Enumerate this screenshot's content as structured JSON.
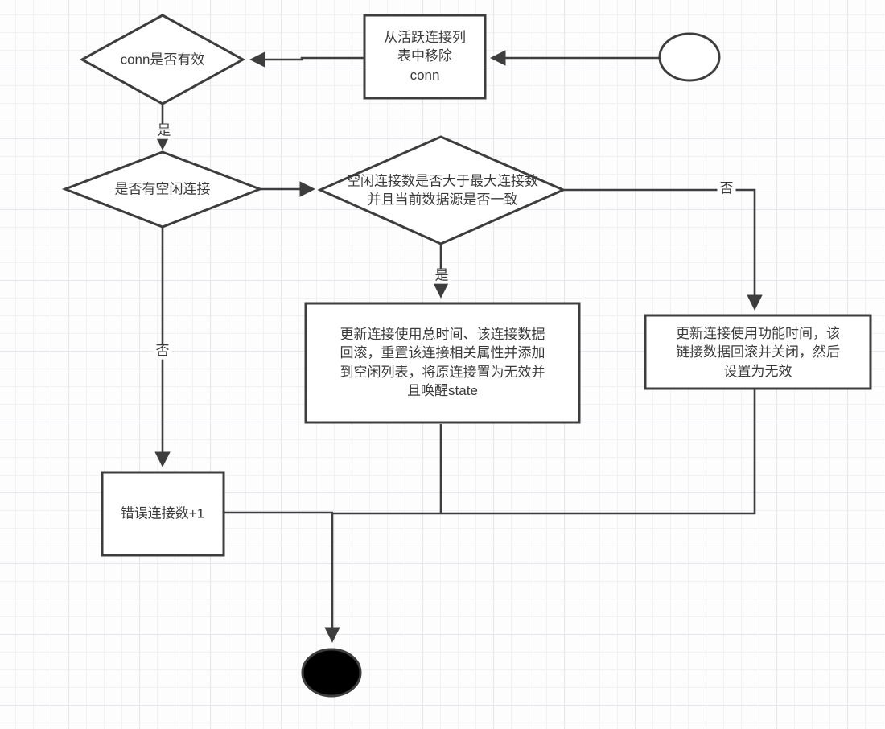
{
  "diagram": {
    "type": "flowchart",
    "language": "zh-CN",
    "colors": {
      "stroke": "#3d3d3d",
      "text": "#3a3a3a",
      "node_fill": "#ffffff",
      "end_node_fill": "#000000",
      "background": "#fdfdfe",
      "grid_minor": "#f2f2f6",
      "grid_major": "#e5e5eb"
    },
    "nodes": {
      "start_circle": {
        "shape": "circle",
        "label": ""
      },
      "remove_conn_box": {
        "shape": "rectangle",
        "label": "从活跃连接列\n表中移除\nconn"
      },
      "conn_valid_diamond": {
        "shape": "diamond",
        "label": "conn是否有效"
      },
      "idle_available_diamond": {
        "shape": "diamond",
        "label": "是否有空闲连接"
      },
      "idle_count_diamond": {
        "shape": "diamond",
        "label": "空闲连接数是否大于最大连接数\n并且当前数据源是否一致"
      },
      "reset_conn_box": {
        "shape": "rectangle",
        "label": "更新连接使用总时间、该连接数据\n回滚，重置该连接相关属性并添加\n到空闲列表，将原连接置为无效并\n且唤醒state"
      },
      "close_conn_box": {
        "shape": "rectangle",
        "label": "更新连接使用功能时间，该\n链接数据回滚并关闭，然后\n设置为无效"
      },
      "error_count_box": {
        "shape": "rectangle",
        "label": "错误连接数+1"
      },
      "end_circle": {
        "shape": "filled-ellipse",
        "label": ""
      }
    },
    "edge_labels": {
      "conn_valid_yes": "是",
      "idle_available_no": "否",
      "idle_count_yes": "是",
      "idle_count_no": "否"
    },
    "edges": [
      {
        "from": "start_circle",
        "to": "remove_conn_box",
        "label": ""
      },
      {
        "from": "remove_conn_box",
        "to": "conn_valid_diamond",
        "label": ""
      },
      {
        "from": "conn_valid_diamond",
        "to": "idle_available_diamond",
        "label": "是"
      },
      {
        "from": "idle_available_diamond",
        "to": "idle_count_diamond",
        "label": ""
      },
      {
        "from": "idle_available_diamond",
        "to": "error_count_box",
        "label": "否"
      },
      {
        "from": "idle_count_diamond",
        "to": "reset_conn_box",
        "label": "是"
      },
      {
        "from": "idle_count_diamond",
        "to": "close_conn_box",
        "label": "否"
      },
      {
        "from": "reset_conn_box",
        "to": "end_circle",
        "label": ""
      },
      {
        "from": "close_conn_box",
        "to": "end_circle",
        "label": ""
      },
      {
        "from": "error_count_box",
        "to": "end_circle",
        "label": ""
      }
    ]
  }
}
